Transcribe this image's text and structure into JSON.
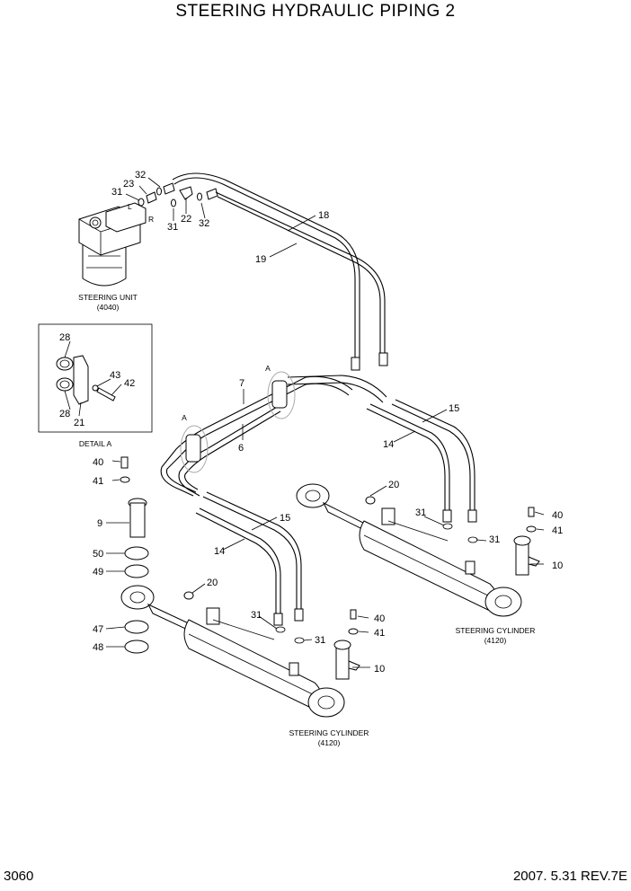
{
  "title": "STEERING HYDRAULIC PIPING 2",
  "page_number": "3060",
  "revision": "2007. 5.31  REV.7E",
  "steering_unit": {
    "caption": "STEERING UNIT",
    "code": "(4040)",
    "port_l": "L",
    "port_r": "R"
  },
  "detail": {
    "caption": "DETAIL A",
    "marker": "A"
  },
  "cylinder_left": {
    "caption": "STEERING CYLINDER",
    "code": "(4120)"
  },
  "cylinder_right": {
    "caption": "STEERING CYLINDER",
    "code": "(4120)"
  },
  "callouts": {
    "p32a": "32",
    "p23": "23",
    "p31a": "31",
    "p22": "22",
    "p31b": "31",
    "p32b": "32",
    "p18": "18",
    "p19": "19",
    "d28a": "28",
    "d43": "43",
    "d42": "42",
    "d28b": "28",
    "d21": "21",
    "p7": "7",
    "p6": "6",
    "p15a": "15",
    "p14a": "14",
    "p20a": "20",
    "p31c": "31",
    "p31d": "31",
    "p40a": "40",
    "p41a": "41",
    "p10a": "10",
    "p40b": "40",
    "p41b": "41",
    "p9": "9",
    "p50": "50",
    "p49": "49",
    "p15b": "15",
    "p14b": "14",
    "p20b": "20",
    "p31e": "31",
    "p31f": "31",
    "p40c": "40",
    "p41c": "41",
    "p10b": "10",
    "p47": "47",
    "p48": "48"
  }
}
